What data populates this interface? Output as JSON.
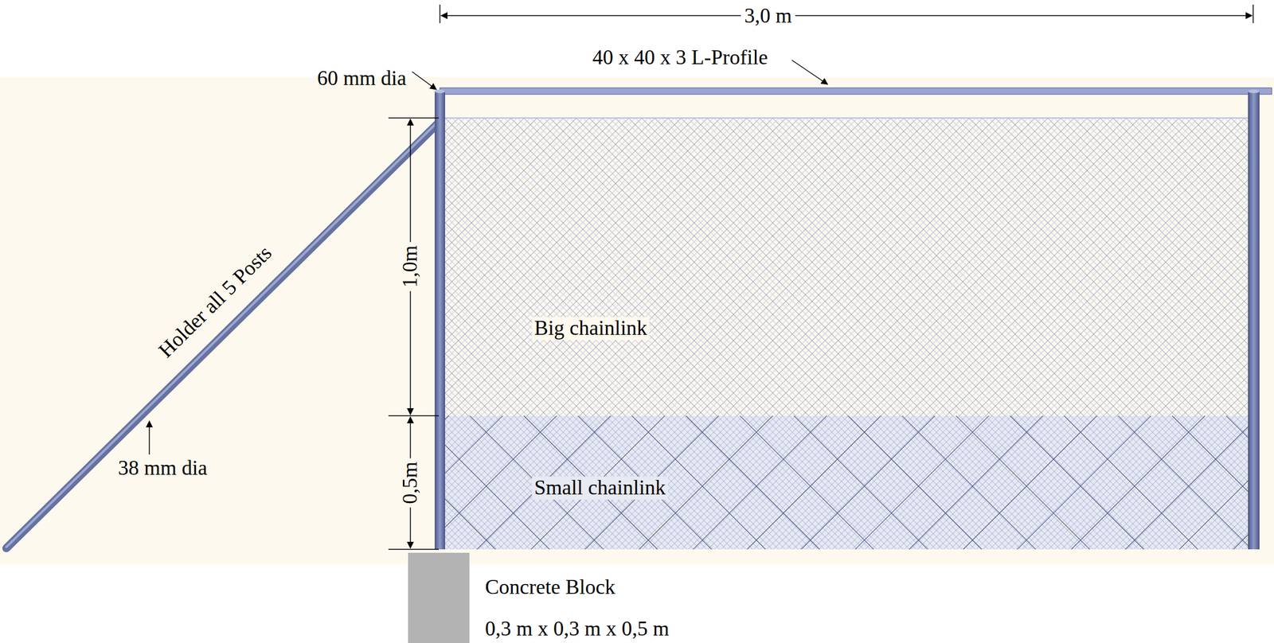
{
  "diagram": {
    "nodes": [
      {
        "text": [
          "Big chainlink"
        ]
      },
      {
        "text": [
          "Small chainlink"
        ]
      },
      {
        "text": [
          "Concrete Block",
          "0,3 m x 0,3 m x 0,5 m"
        ]
      }
    ],
    "labels": [
      "3,0 m",
      "40 x 40 x 3 L-Profile",
      "60 mm dia",
      "Holder all 5 Posts",
      "1,0m",
      "38 mm dia",
      "0,5m"
    ]
  }
}
